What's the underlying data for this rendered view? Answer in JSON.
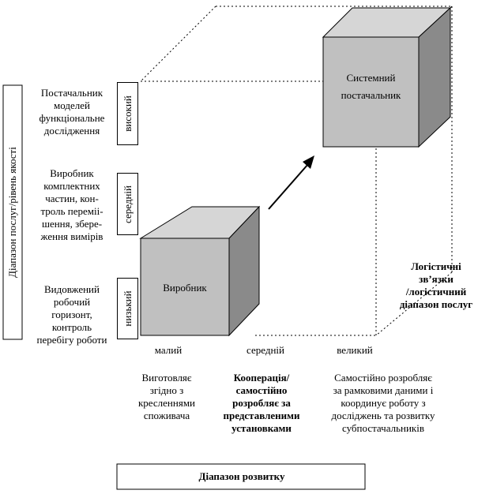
{
  "y_axis_title": "Діапазон послуг/рівень якості",
  "x_axis_title": "Діапазон розвитку",
  "levels": {
    "high": "високий",
    "medium": "середній",
    "low": "низький"
  },
  "level_descriptions": {
    "high": "Постачальник\nмоделей\nфункціональне\nдослідження",
    "medium": "Виробник\nкомплектних\nчастин, кон-\nтроль переміі-\nшення, збере-\nження вимірів",
    "low": "Видовжений\nробочий\nгоризонт,\nконтроль\nперебігу роботи"
  },
  "x_levels": {
    "low": "малий",
    "medium": "середній",
    "high": "великий"
  },
  "x_descriptions": {
    "low": "Виготовляє\nзгідно з\nкресленнями\nспоживача",
    "medium": "Кооперація/\nсамостійно\nрозробляє за\nпредставленими\nустановками",
    "high": "Самостійно розробляє\nза рамковими даними і\nкоординує роботу з\nдосліджень та розвитку\nсубпостачальників"
  },
  "cubes": {
    "small": "Виробник",
    "large": "Системний\nпостачальник"
  },
  "side_label": "Логістичні\nзв’язки\n/логістичний\nдіапазон послуг",
  "colors": {
    "cube_front": "#c0c0c0",
    "cube_top": "#d6d6d6",
    "cube_side": "#8a8a8a",
    "line": "#000000"
  }
}
